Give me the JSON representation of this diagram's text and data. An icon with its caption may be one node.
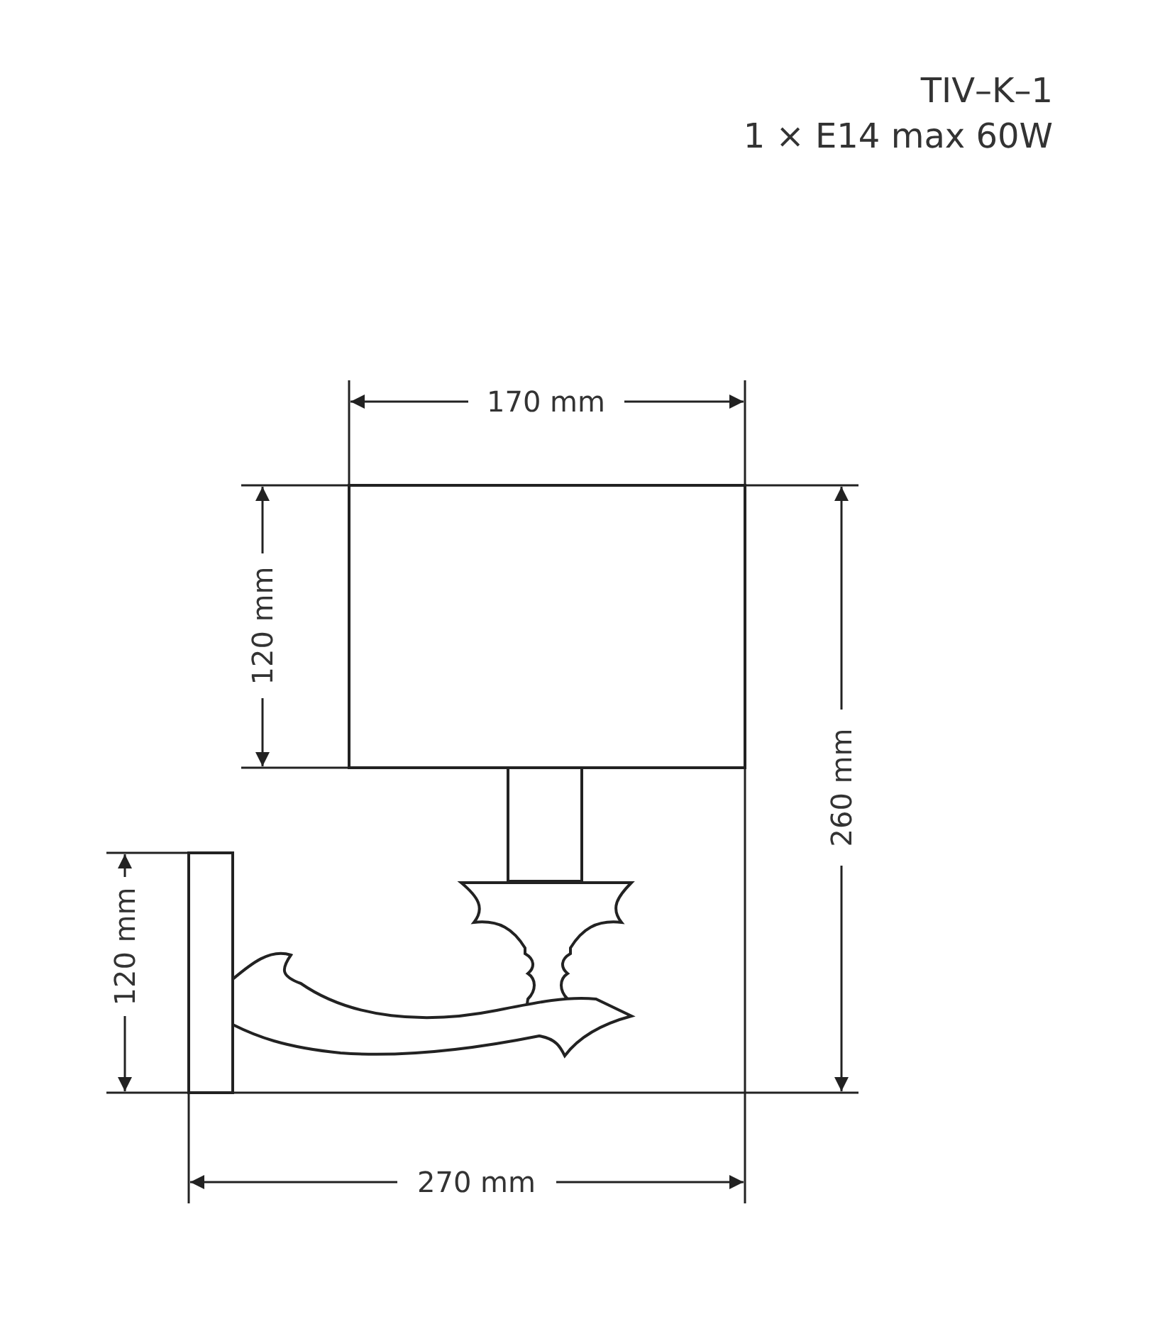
{
  "diagram": {
    "labels": [
      "TIV–K–1",
      "1 × E14 max 60W",
      "170 mm",
      "120 mm",
      "260 mm",
      "120 mm",
      "270 mm"
    ]
  }
}
